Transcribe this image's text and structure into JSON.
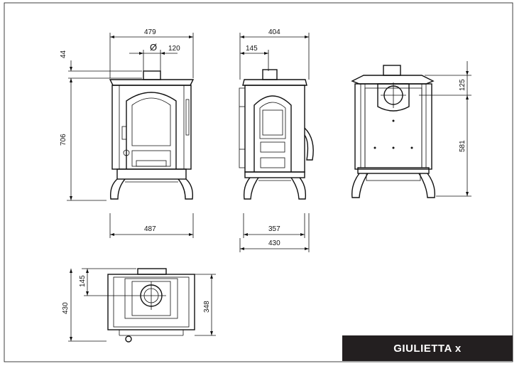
{
  "title": "GIULIETTA x",
  "dimensions": {
    "front_width_top": "479",
    "flue_diameter_symbol": "Ø",
    "flue_diameter": "120",
    "top_offset": "44",
    "front_height": "706",
    "front_width_bottom": "487",
    "side_width_top": "404",
    "side_flue_offset": "145",
    "side_width_inner": "357",
    "side_width_bottom": "430",
    "back_flue_height": "125",
    "back_height": "581",
    "plan_flue_offset": "145",
    "plan_depth": "430",
    "plan_inner_depth": "348"
  },
  "colors": {
    "line": "#111111",
    "title_bg": "#231f20",
    "title_text": "#ffffff"
  }
}
